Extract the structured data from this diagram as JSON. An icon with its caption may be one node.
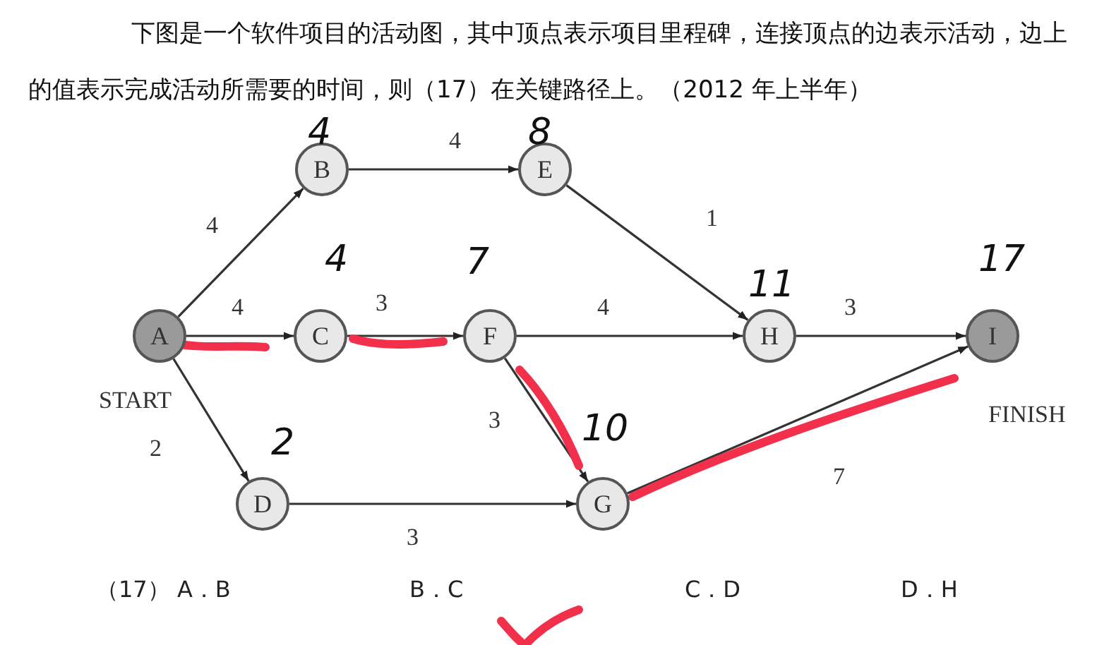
{
  "diagram": {
    "title": "下图是一个软件项目的活动图，其中顶点表示项目里程碑，连接顶点的边表示活动，边上的值表示完成活动所需要的时间，则（17）在关键路径上。（2012 年上半年）",
    "nodes": [
      {
        "text": [
          "A"
        ],
        "beside": [
          "START"
        ]
      },
      {
        "text": [
          "B"
        ],
        "beside": [
          "4"
        ]
      },
      {
        "text": [
          "C"
        ],
        "beside": [
          "4"
        ]
      },
      {
        "text": [
          "D"
        ],
        "beside": [
          "2"
        ]
      },
      {
        "text": [
          "E"
        ],
        "beside": [
          "8"
        ]
      },
      {
        "text": [
          "F"
        ],
        "beside": [
          "7"
        ]
      },
      {
        "text": [
          "G"
        ],
        "beside": [
          "10"
        ]
      },
      {
        "text": [
          "H"
        ],
        "beside": [
          "11"
        ]
      },
      {
        "text": [
          "I"
        ],
        "beside": [
          "17",
          "FINISH"
        ]
      }
    ],
    "edges": [
      {
        "from": 0,
        "to": 1,
        "arrow": "to",
        "label": "4"
      },
      {
        "from": 0,
        "to": 2,
        "arrow": "to",
        "label": "4"
      },
      {
        "from": 0,
        "to": 3,
        "arrow": "to",
        "label": "2"
      },
      {
        "from": 1,
        "to": 4,
        "arrow": "to",
        "label": "4"
      },
      {
        "from": 2,
        "to": 5,
        "arrow": "to",
        "label": "3"
      },
      {
        "from": 4,
        "to": 7,
        "arrow": "to",
        "label": "1"
      },
      {
        "from": 5,
        "to": 7,
        "arrow": "to",
        "label": "4"
      },
      {
        "from": 5,
        "to": 6,
        "arrow": "to",
        "label": "3"
      },
      {
        "from": 3,
        "to": 6,
        "arrow": "to",
        "label": "3"
      },
      {
        "from": 7,
        "to": 8,
        "arrow": "to",
        "label": "3"
      },
      {
        "from": 6,
        "to": 8,
        "arrow": "to",
        "label": "7"
      }
    ],
    "labels": [
      "（17） A．B",
      "B．C",
      "C．D",
      "D．H"
    ]
  }
}
